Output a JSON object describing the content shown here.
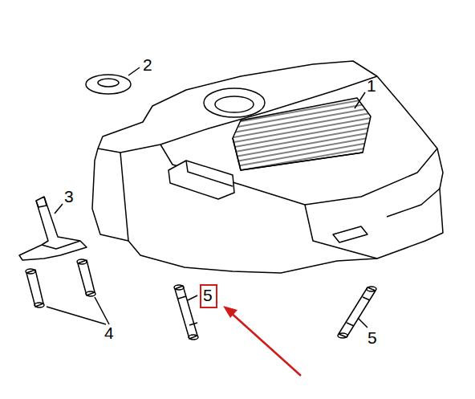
{
  "diagram": {
    "nodes": [
      {
        "text": [
          "5"
        ]
      }
    ],
    "labels": [
      "1",
      "2",
      "3",
      "4",
      "5"
    ]
  }
}
